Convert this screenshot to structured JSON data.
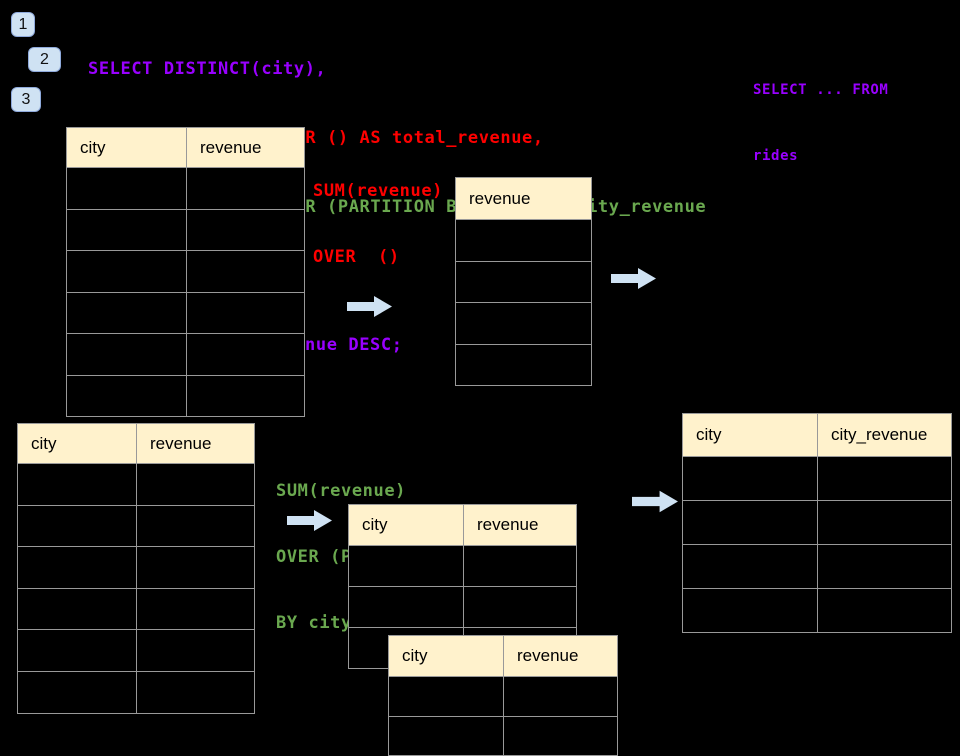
{
  "colors": {
    "background": "#000000",
    "purple": "#9900ff",
    "red": "#ff0000",
    "green": "#6aa84f",
    "table_header_fill": "#fff2cc",
    "table_border": "#999999",
    "arrow_fill": "#cfe2f3",
    "badge_fill": "#cfe2f3",
    "badge_border": "#8faadc"
  },
  "step_badges": [
    {
      "label": "1"
    },
    {
      "label": "2"
    },
    {
      "label": "3"
    }
  ],
  "sql_code": {
    "lines": [
      {
        "text": "SELECT DISTINCT(city),",
        "color": "purple"
      },
      {
        "text": "SUM(revenue) OVER () AS total_revenue,",
        "color": "red"
      },
      {
        "text": "SUM(revenue) OVER (PARTITION BY city) as city_revenue",
        "color": "green"
      },
      {
        "text": "FROM rides",
        "color": "purple"
      },
      {
        "text": "ORDER by city_revenue DESC;",
        "color": "purple"
      }
    ]
  },
  "side_code": {
    "line1": "SELECT ... FROM",
    "line2": "rides"
  },
  "annotations": {
    "total_revenue_label": {
      "line1": "SUM(revenue)",
      "line2": "OVER  ()"
    },
    "partition_label": {
      "line1": "SUM(revenue)",
      "line2": "OVER (PARTITION",
      "line3": "BY city)"
    }
  },
  "tables": {
    "source_top": {
      "columns": [
        "city",
        "revenue"
      ],
      "body_rows": 6
    },
    "total_revenue_result": {
      "columns": [
        "revenue"
      ],
      "body_rows": 4
    },
    "source_bottom": {
      "columns": [
        "city",
        "revenue"
      ],
      "body_rows": 6
    },
    "partition_step": {
      "columns": [
        "city",
        "revenue"
      ],
      "body_rows": 3
    },
    "partition_step_overlay": {
      "columns": [
        "city",
        "revenue"
      ],
      "body_rows": 2
    },
    "city_revenue_result": {
      "columns": [
        "city",
        "city_revenue"
      ],
      "body_rows": 4
    }
  },
  "icons": {
    "flow_arrow": "arrow-right-icon"
  }
}
